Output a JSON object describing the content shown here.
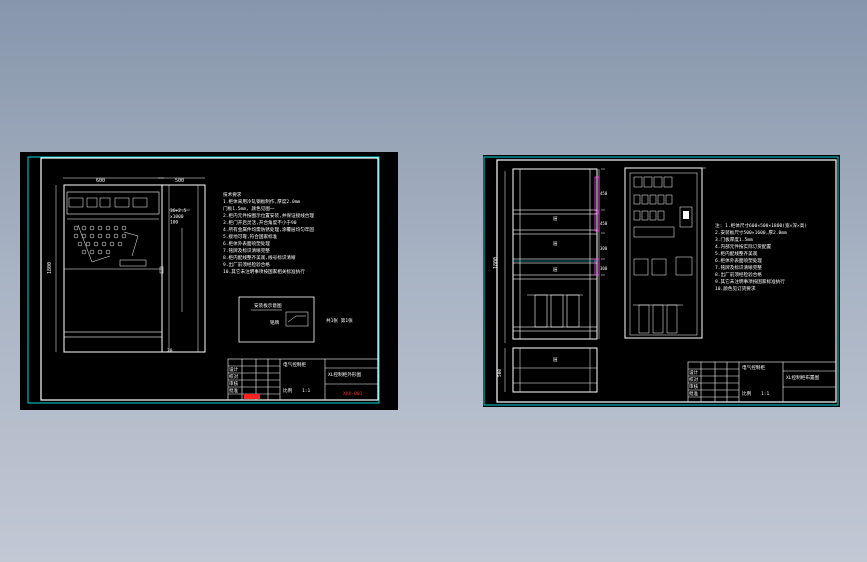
{
  "drawings": [
    {
      "id": "left",
      "dims": {
        "width": "600",
        "height": "1800",
        "depth": "500",
        "base": "20"
      },
      "schematic_note": "3G+2.5\nx1000\n100",
      "technical_notes": [
        "技术要求",
        "1.柜体采用冷轧钢板制作,厚度2.0mm",
        "  门板1.5mm, 颜色见图一",
        "2.柜内元件按图示位置安装,并保证接线合理",
        "3.柜门开启灵活,开合角度不小于90",
        "4.所有金属件均需防锈处理,涂覆层均匀牢固",
        "5.接地可靠,符合国家标准",
        "6.柜体外表面喷塑处理",
        "7.铭牌及标识清晰完整",
        "8.柜内配线整齐美观,线号标识清晰",
        "9.出厂前须经检验合格",
        "10.其它未注明事项按国家相关标准执行"
      ],
      "detail_label": "安装板示意图",
      "detail_inner": "铭牌",
      "page_note": "共1张  第1张",
      "title_block": {
        "company": "电气控制柜",
        "drawing_name": "XL控制柜外形图",
        "cells": [
          "设计",
          "校对",
          "审核",
          "批准",
          "比例",
          "1:1"
        ],
        "stamp": "XXX-001"
      }
    },
    {
      "id": "right",
      "dims": {
        "height": "1800",
        "base": "500"
      },
      "shelf_labels": [
        "层",
        "层",
        "层",
        "层"
      ],
      "side_dims": [
        "450",
        "450",
        "300",
        "300"
      ],
      "technical_notes": [
        "注: 1.柜体尺寸600×500×1800(宽×深×高)",
        "  2.安装板尺寸500×1600,厚2.0mm",
        "  3.门板厚度1.5mm",
        "  4.内部元件按实际订货配置",
        "  5.柜内配线整齐美观",
        "  6.柜体外表面喷塑处理",
        "  7.铭牌及标识清晰完整",
        "  8.出厂前须经检验合格",
        "  9.其它未注明事项按国家标准执行",
        " 10.颜色见订货要求"
      ],
      "title_block": {
        "company": "电气控制柜",
        "drawing_name": "XL控制柜布置图",
        "cells": [
          "设计",
          "校对",
          "审核",
          "批准",
          "比例",
          "1:1"
        ],
        "stamp": ""
      }
    }
  ]
}
